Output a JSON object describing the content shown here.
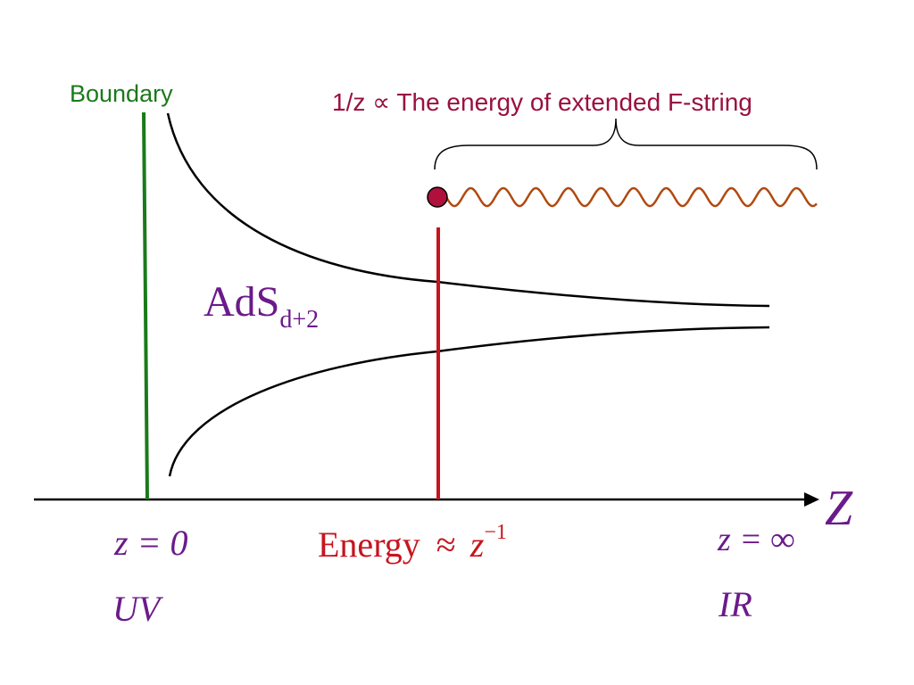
{
  "labels": {
    "boundary": "Boundary",
    "string_energy": "1/z ∝ The energy of extended F-string",
    "ads_main": "AdS",
    "ads_sub": "d+2",
    "z_axis": "Z",
    "z_zero": "z = 0",
    "uv": "UV",
    "energy_word": "Energy",
    "approx": "≈",
    "energy_z": "z",
    "energy_exp": "−1",
    "z_inf": "z = ∞",
    "ir": "IR"
  },
  "colors": {
    "boundary": "#1a7a1a",
    "purple": "#6b1a8a",
    "red": "#c8141e",
    "string_text": "#9a1040",
    "wave": "#b04a10",
    "endpoint": "#b0103c",
    "line": "#000000"
  }
}
